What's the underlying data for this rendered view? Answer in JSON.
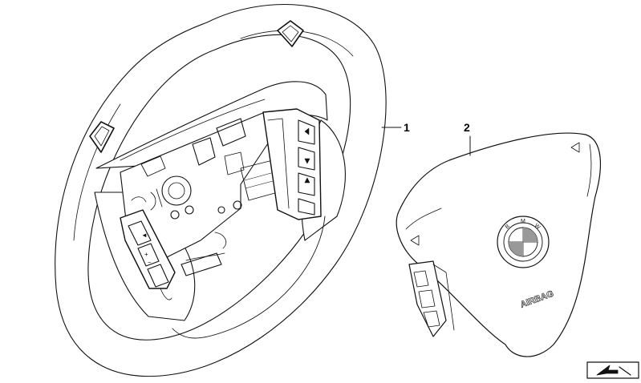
{
  "callouts": [
    {
      "id": "1",
      "label": "1"
    },
    {
      "id": "2",
      "label": "2"
    }
  ],
  "airbag": {
    "embossed_text": "AIRBAG",
    "emblem_letters": [
      "B",
      "M",
      "W"
    ]
  },
  "colors": {
    "line": "#111111",
    "background": "#ffffff"
  }
}
